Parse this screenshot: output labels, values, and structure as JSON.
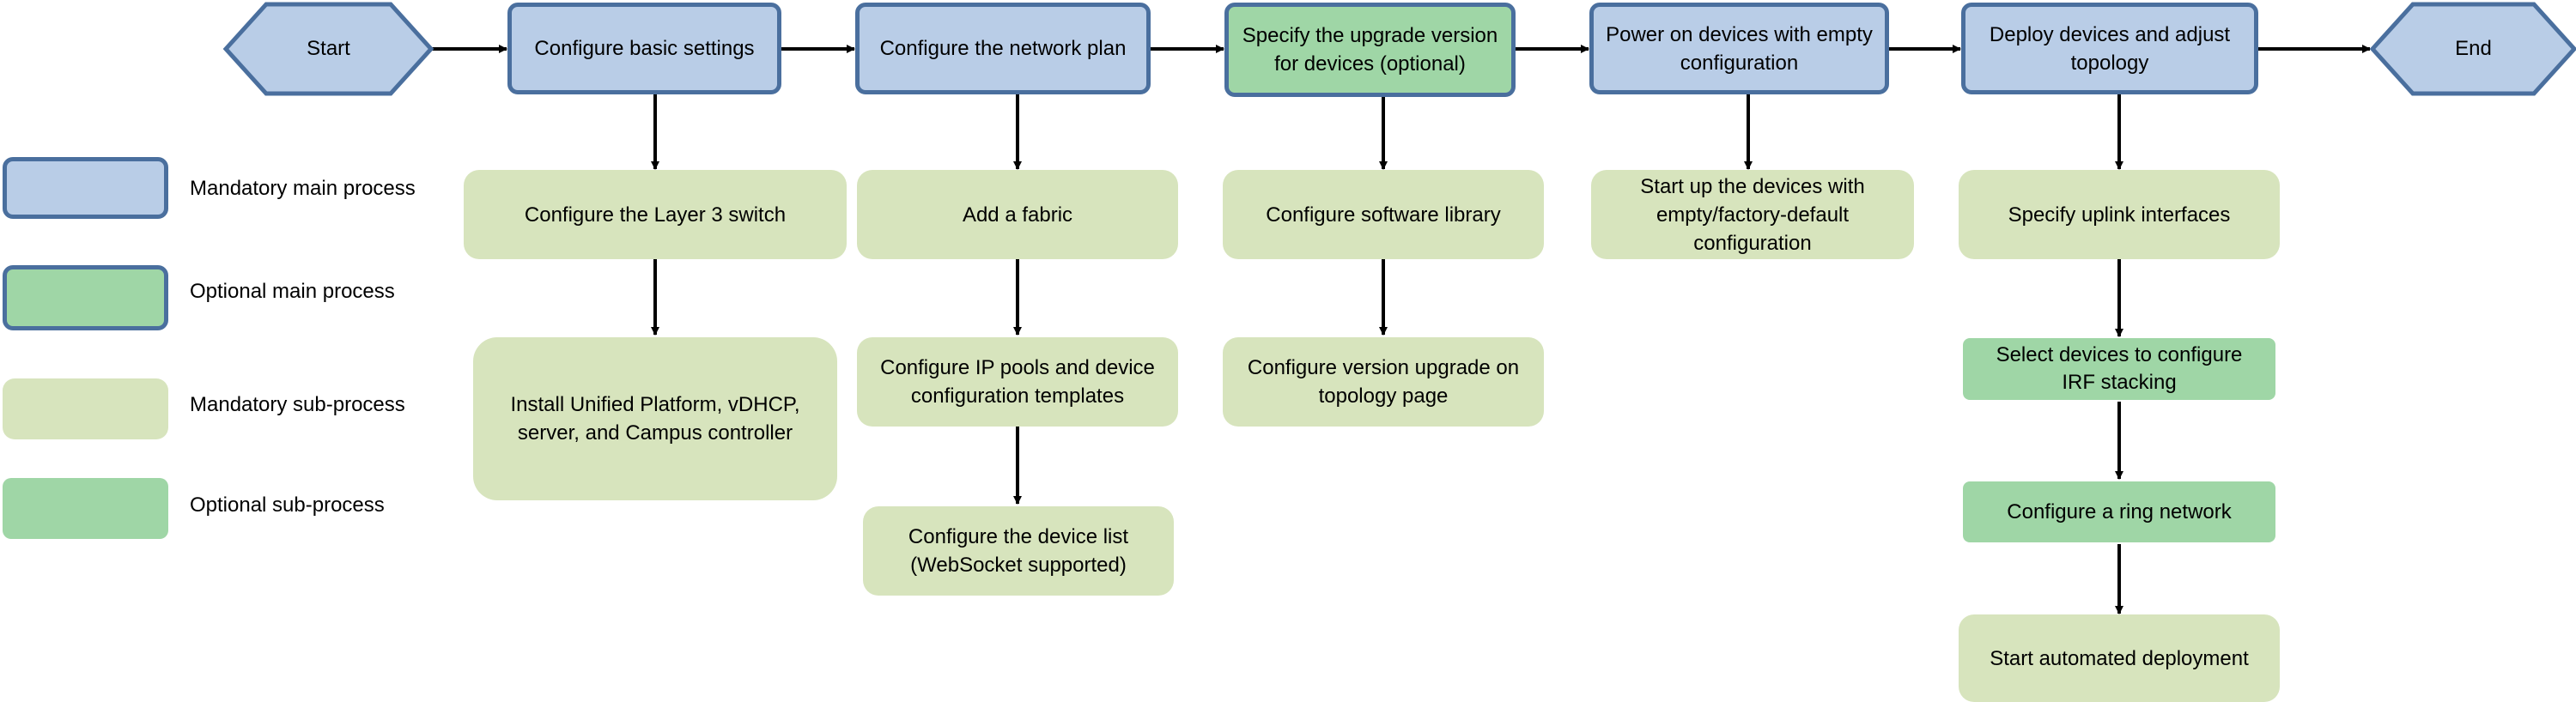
{
  "flow": {
    "start": "Start",
    "end": "End",
    "main": [
      {
        "label": "Configure basic settings"
      },
      {
        "label": "Configure the network plan"
      },
      {
        "label": "Specify the upgrade version for devices (optional)"
      },
      {
        "label": "Power on devices with empty configuration"
      },
      {
        "label": "Deploy devices and adjust topology"
      }
    ],
    "sub": {
      "basic": [
        "Configure the Layer 3 switch",
        "Install Unified Platform, vDHCP, server, and Campus controller"
      ],
      "network": [
        "Add a fabric",
        "Configure IP pools and device configuration templates",
        "Configure the device list (WebSocket supported)"
      ],
      "upgrade": [
        "Configure software library",
        "Configure version upgrade on topology page"
      ],
      "power": [
        "Start up the devices with empty/factory-default configuration"
      ],
      "deploy": [
        "Specify uplink interfaces",
        "Select devices to configure IRF stacking",
        "Configure a ring network",
        "Start automated deployment"
      ]
    }
  },
  "legend": [
    {
      "label": "Mandatory main process",
      "style": "mandatory-main"
    },
    {
      "label": "Optional main process",
      "style": "optional-main"
    },
    {
      "label": "Mandatory sub-process",
      "style": "mandatory-sub"
    },
    {
      "label": "Optional sub-process",
      "style": "optional-sub"
    }
  ],
  "colors": {
    "mandatory_main_fill": "#b9cde7",
    "optional_main_fill": "#9fd6a6",
    "main_border": "#4a6f9e",
    "mandatory_sub_fill": "#d7e4bd",
    "optional_sub_fill": "#9fd6a6",
    "arrow": "#000000"
  }
}
